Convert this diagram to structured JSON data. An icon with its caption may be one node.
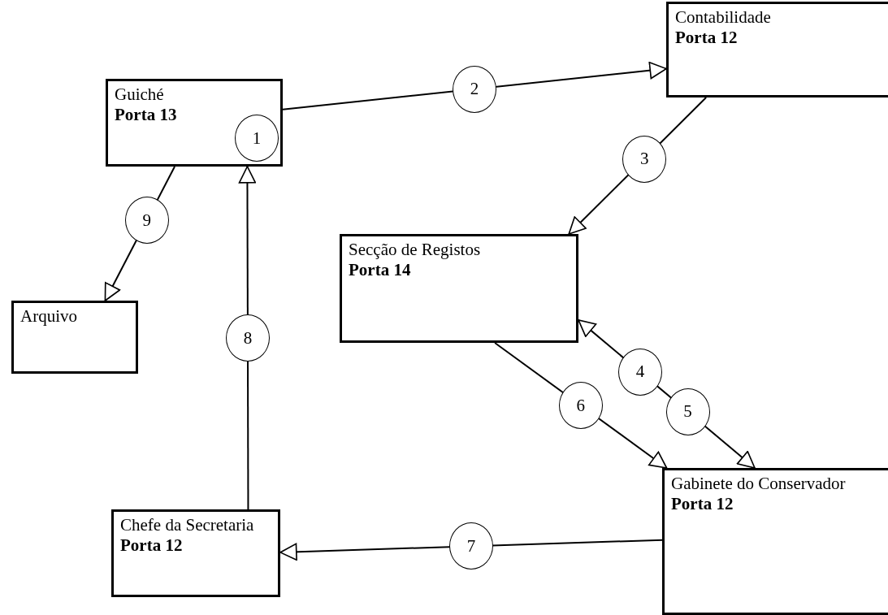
{
  "diagram": {
    "nodes": [
      {
        "text": [
          "Guiché",
          "Porta 13"
        ]
      },
      {
        "text": [
          "Contabilidade",
          "Porta 12"
        ]
      },
      {
        "text": [
          "Secção de Registos",
          "Porta 14"
        ]
      },
      {
        "text": [
          "Arquivo"
        ]
      },
      {
        "text": [
          "Chefe da Secretaria",
          "Porta 12"
        ]
      },
      {
        "text": [
          "Gabinete do Conservador",
          "Porta 12"
        ]
      }
    ],
    "edges": [
      {
        "from": 0,
        "to": 1,
        "arrow": "to",
        "label": "2"
      },
      {
        "from": 1,
        "to": 2,
        "arrow": "to",
        "label": "3"
      },
      {
        "from": 5,
        "to": 2,
        "arrow": "both",
        "label": "4"
      },
      {
        "from": 2,
        "to": 5,
        "arrow": "to",
        "label": "6"
      },
      {
        "from": 5,
        "to": 4,
        "arrow": "to",
        "label": "7"
      },
      {
        "from": 4,
        "to": 0,
        "arrow": "to",
        "label": "8"
      },
      {
        "from": 0,
        "to": 3,
        "arrow": "to",
        "label": "9"
      }
    ],
    "labels": [
      "1",
      "5"
    ]
  }
}
